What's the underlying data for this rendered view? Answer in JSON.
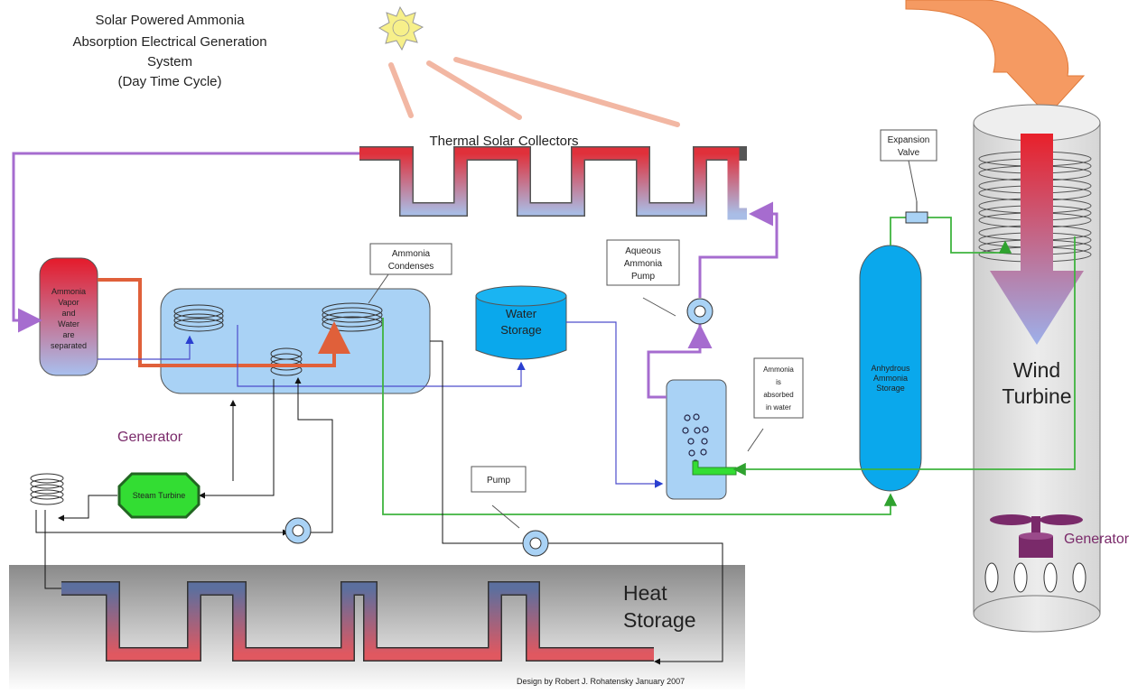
{
  "title": {
    "line1": "Solar Powered Ammonia",
    "line2": "Absorption Electrical Generation",
    "line3": "System",
    "line4": "(Day Time Cycle)"
  },
  "labels": {
    "solar_collectors": "Thermal Solar Collectors",
    "expansion_valve_1": "Expansion",
    "expansion_valve_2": "Valve",
    "ammonia_condenses_1": "Ammonia",
    "ammonia_condenses_2": "Condenses",
    "aqueous_pump_1": "Aqueous",
    "aqueous_pump_2": "Ammonia",
    "aqueous_pump_3": "Pump",
    "separator_1": "Ammonia",
    "separator_2": "Vapor",
    "separator_3": "and",
    "separator_4": "Water",
    "separator_5": "are",
    "separator_6": "separated",
    "water_storage_1": "Water",
    "water_storage_2": "Storage",
    "absorbed_1": "Ammonia",
    "absorbed_2": "is",
    "absorbed_3": "absorbed",
    "absorbed_4": "in water",
    "anhydrous_1": "Anhydrous",
    "anhydrous_2": "Ammonia",
    "anhydrous_3": "Storage",
    "wind_turbine_1": "Wind",
    "wind_turbine_2": "Turbine",
    "generator_left": "Generator",
    "generator_right": "Generator",
    "steam_turbine": "Steam Turbine",
    "pump": "Pump",
    "heat_storage_1": "Heat",
    "heat_storage_2": "Storage",
    "credit": "Design by Robert J. Rohatensky January 2007"
  },
  "colors": {
    "hot_red": "#e8303a",
    "cool_blue": "#9ab6e6",
    "pipe_purple": "#a66ccf",
    "pipe_green": "#3fb43f",
    "pipe_orange": "#e0603a",
    "pipe_blue": "#4d4dcc",
    "tank_blue": "#0aa8ec",
    "generator_purple": "#7a2a6a",
    "steam_green": "#33dd33",
    "sun_yellow": "#f7f08a",
    "wind_arrow_orange": "#f59a62"
  }
}
